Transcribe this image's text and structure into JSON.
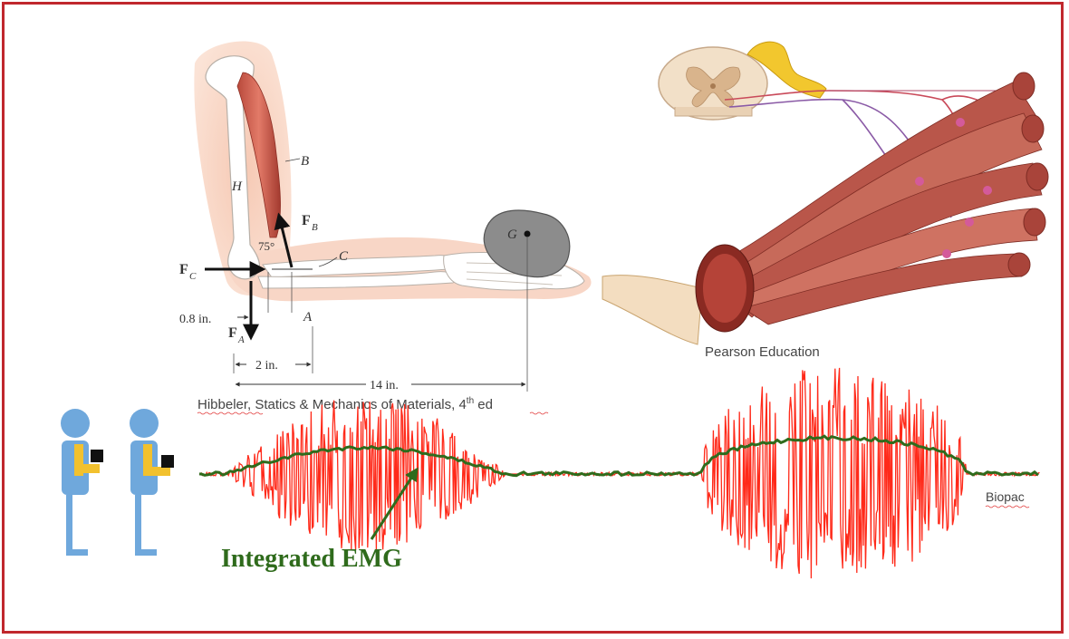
{
  "arm_diagram": {
    "labels": {
      "muscle_b": "B",
      "bone_h": "H",
      "point_c": "C",
      "point_a": "A",
      "point_g": "G",
      "angle": "75°",
      "force_b": "F",
      "force_b_sub": "B",
      "force_c": "F",
      "force_c_sub": "C",
      "force_a": "F",
      "force_a_sub": "A",
      "dim_08": "0.8 in.",
      "dim_2": "2 in.",
      "dim_14": "14 in."
    },
    "caption_main": "Hibbeler, Statics & Mechanics of Materials, 4",
    "caption_sup": "th",
    "caption_end": " ed"
  },
  "muscle_diagram": {
    "credit": "Pearson Education"
  },
  "emg": {
    "annotation": "Integrated EMG",
    "credit": "Biopac",
    "colors": {
      "raw": "#ff2a1a",
      "integrated": "#2f6b1c",
      "figure": "#6fa8dc",
      "arm": "#f2c12e"
    }
  }
}
